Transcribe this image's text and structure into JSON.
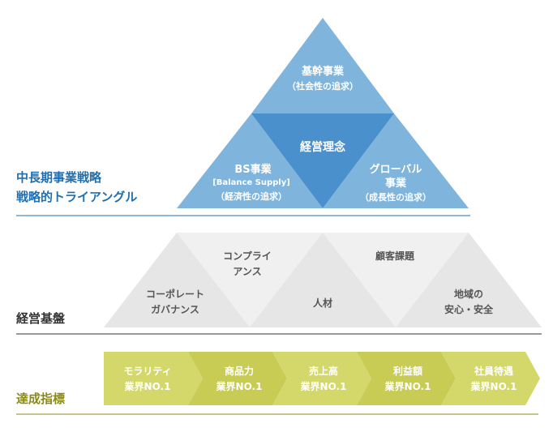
{
  "sections": {
    "strategy": {
      "line1": "中長期事業戦略",
      "line2": "戦略的トライアングル"
    },
    "foundation": {
      "label": "経営基盤"
    },
    "goals": {
      "label": "達成指標"
    }
  },
  "pyramid": {
    "top": {
      "title": "基幹事業",
      "sub": "（社会性の追求）"
    },
    "center": {
      "title": "経営理念"
    },
    "left": {
      "title": "BS事業",
      "sub1": "[Balance Supply]",
      "sub2": "（経済性の追求）"
    },
    "right": {
      "title1": "グローバル",
      "title2": "事業",
      "sub": "（成長性の追求）"
    }
  },
  "foundation_items": {
    "compliance": {
      "l1": "コンプライ",
      "l2": "アンス"
    },
    "customer": {
      "l1": "顧客課題"
    },
    "governance": {
      "l1": "コーポレート",
      "l2": "ガバナンス"
    },
    "people": {
      "l1": "人材"
    },
    "region": {
      "l1": "地域の",
      "l2": "安心・安全"
    }
  },
  "goals_items": [
    {
      "l1": "モラリティ",
      "l2": "業界NO.1"
    },
    {
      "l1": "商品力",
      "l2": "業界NO.1"
    },
    {
      "l1": "売上高",
      "l2": "業界NO.1"
    },
    {
      "l1": "利益額",
      "l2": "業界NO.1"
    },
    {
      "l1": "社員待遇",
      "l2": "業界NO.1"
    }
  ],
  "colors": {
    "blue_light": "#7fb5dc",
    "blue_mid": "#5a9bcf",
    "blue_dark": "#3f86c4",
    "gray_light": "#eeeeee",
    "gray_mid": "#e0e0e0",
    "green_light": "#d4d86a",
    "green_dark": "#c6ca52"
  }
}
